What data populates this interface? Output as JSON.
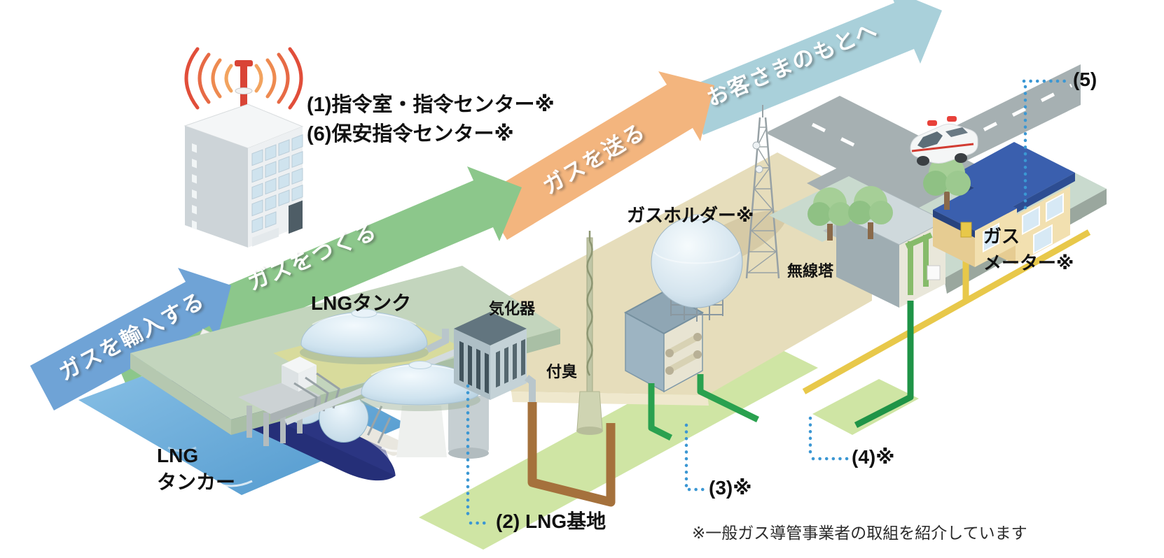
{
  "diagram": {
    "process_arrows": [
      {
        "id": "import",
        "label": "ガスを輸入する",
        "color": "#6fa3d6"
      },
      {
        "id": "produce",
        "label": "ガスをつくる",
        "color": "#8cc78b"
      },
      {
        "id": "send",
        "label": "ガスを送る",
        "color": "#f3b57e"
      },
      {
        "id": "deliver",
        "label": "お客さまのもとへ",
        "color": "#a9d0da"
      }
    ],
    "annotations": {
      "command_room": "(1)指令室・指令センター※",
      "security_center": "(6)保安指令センター※",
      "lng_tanker_line1": "LNG",
      "lng_tanker_line2": "タンカー",
      "lng_tank": "LNGタンク",
      "vaporizer": "気化器",
      "odorizer": "付臭",
      "gas_holder": "ガスホルダー※",
      "radio_tower": "無線塔",
      "gas_meter_line1": "ガス",
      "gas_meter_line2": "メーター※",
      "lng_terminal": "(2) LNG基地",
      "point3": "(3)※",
      "point4": "(4)※",
      "point5": "(5)"
    },
    "footnote": "※一般ガス導管事業者の取組を紹介しています",
    "colors": {
      "water": "#5b9ed2",
      "terminal_ground": "#c3d5bd",
      "plant_ground": "#e6ddbb",
      "underground_strip": "#cfe5a4",
      "pipe_low_pressure": "#a5713c",
      "pipe_medium": "#2aa14f",
      "pipe_service": "#e8c84a",
      "leader_dots": "#3b97d3",
      "antenna_wave": "#e8613f"
    }
  }
}
